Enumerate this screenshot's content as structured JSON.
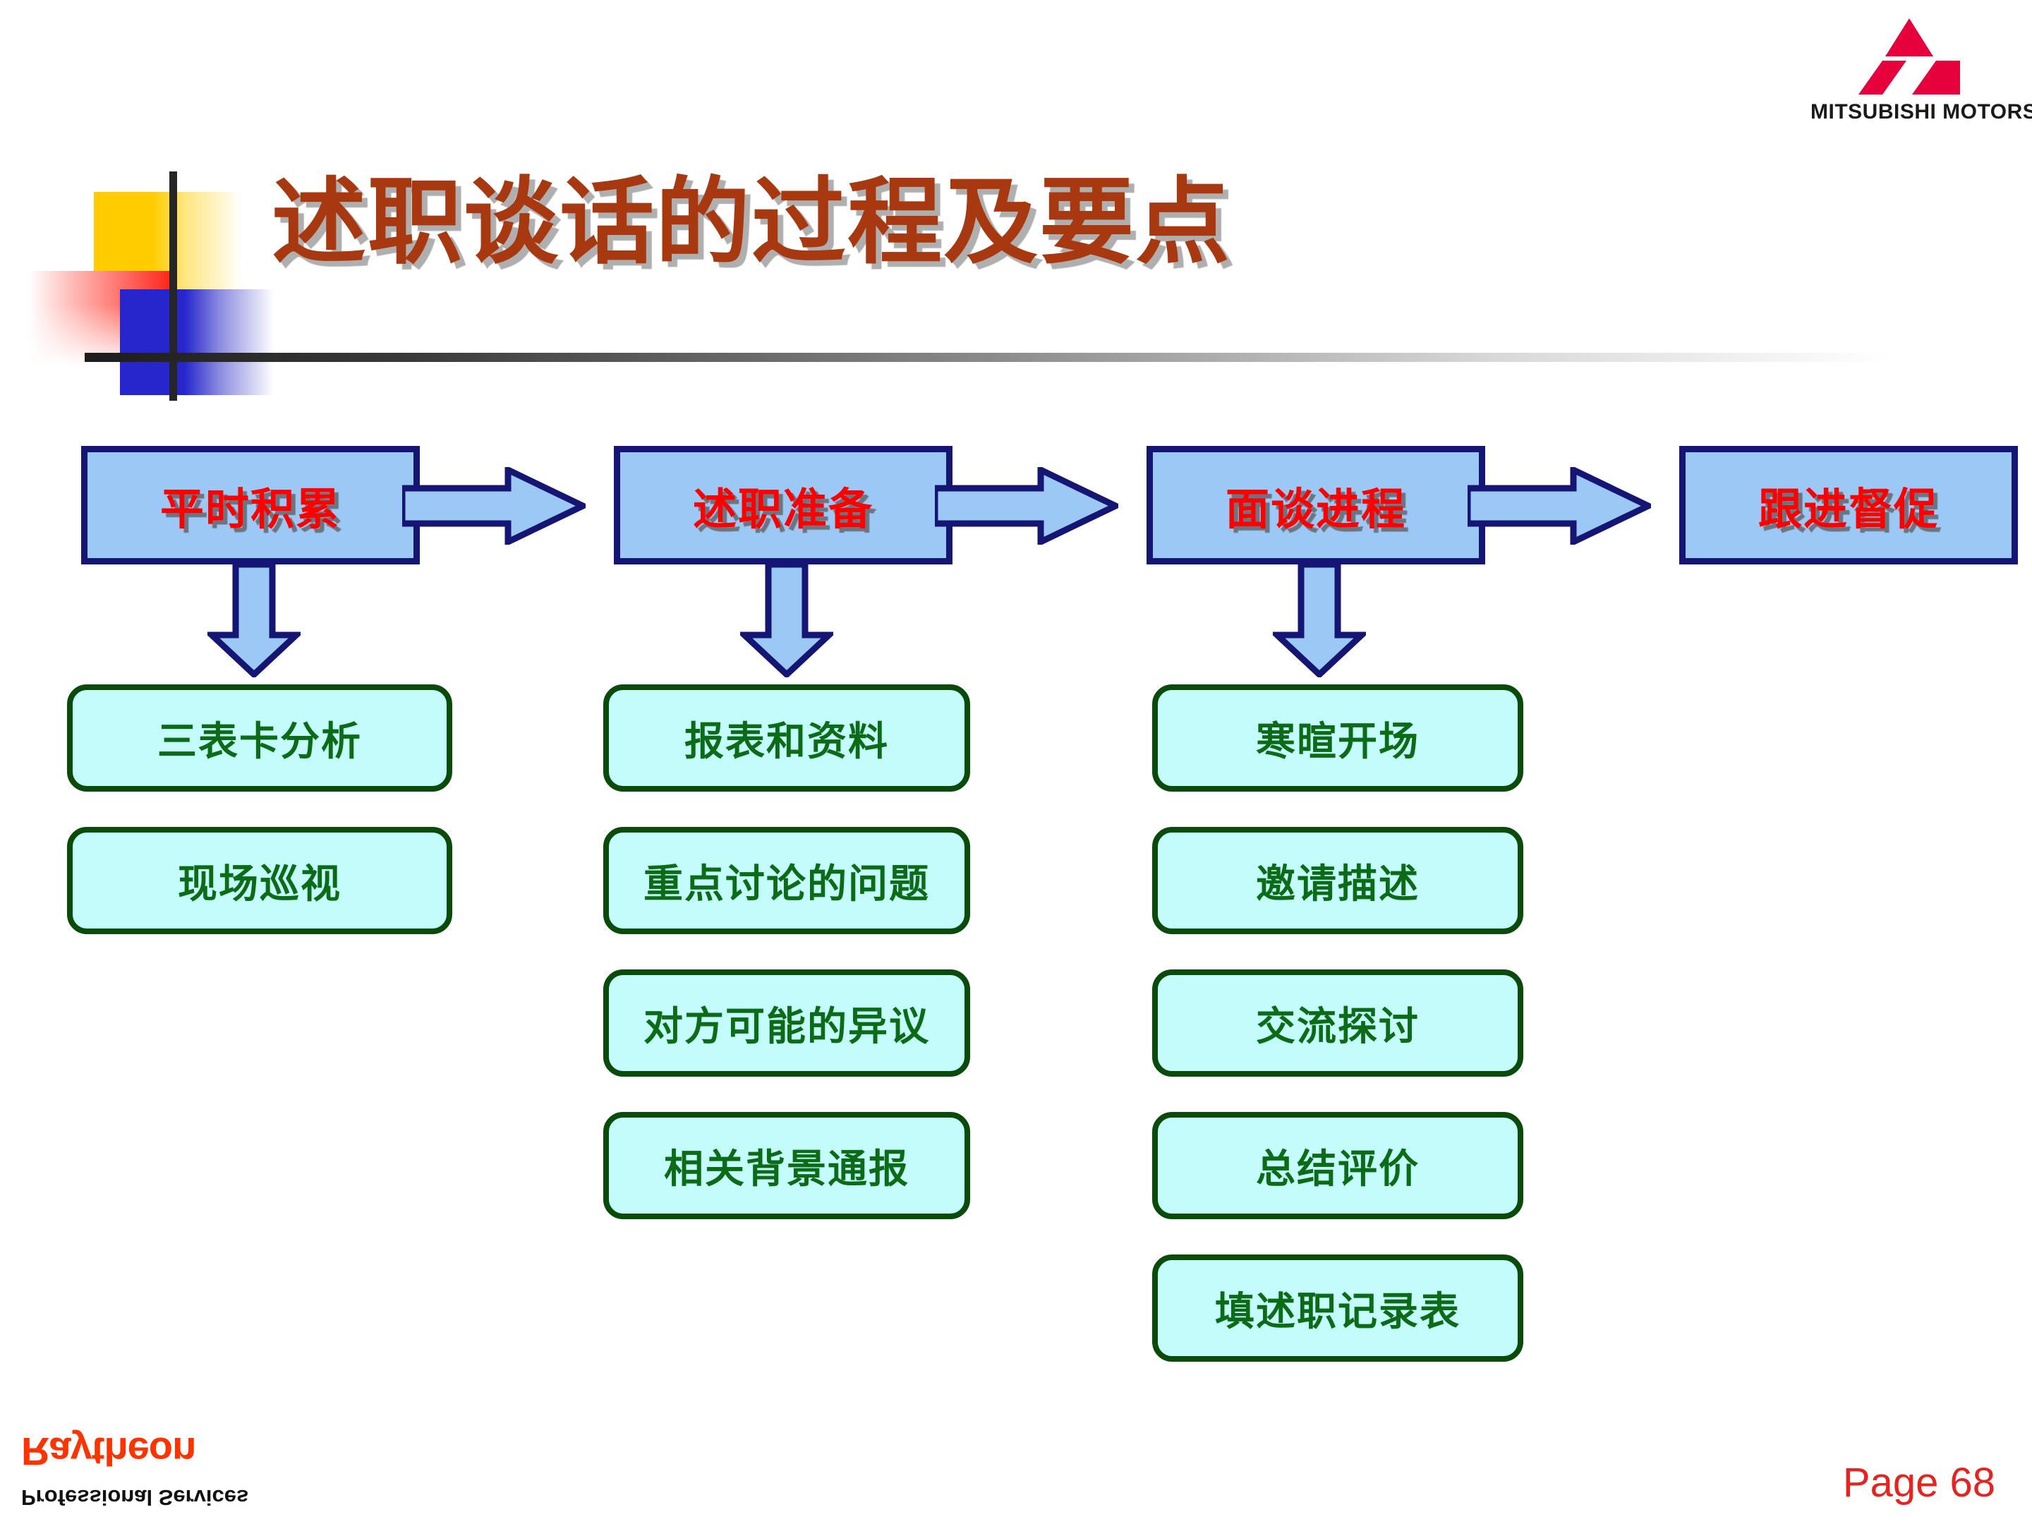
{
  "slide": {
    "title": "述职谈话的过程及要点",
    "title_color": "#A8380F",
    "background": "#ffffff"
  },
  "brand": {
    "logo_name": "mitsubishi-motors-logo",
    "wordmark": "MITSUBISHI MOTORS",
    "mark_color": "#E6003C"
  },
  "stages": {
    "box_fill": "#9CC8F5",
    "box_border": "#151573",
    "label_color": "#FF0000",
    "items": [
      {
        "label": "平时积累"
      },
      {
        "label": "述职准备"
      },
      {
        "label": "面谈进程"
      },
      {
        "label": "跟进督促"
      }
    ]
  },
  "details": {
    "box_fill": "#C4FCFC",
    "box_border": "#0A4A0A",
    "label_color": "#0B6B16",
    "columns": [
      {
        "parent": "平时积累",
        "items": [
          {
            "label": "三表卡分析"
          },
          {
            "label": "现场巡视"
          }
        ]
      },
      {
        "parent": "述职准备",
        "items": [
          {
            "label": "报表和资料"
          },
          {
            "label": "重点讨论的问题"
          },
          {
            "label": "对方可能的异议"
          },
          {
            "label": "相关背景通报"
          }
        ]
      },
      {
        "parent": "面谈进程",
        "items": [
          {
            "label": "寒暄开场"
          },
          {
            "label": "邀请描述"
          },
          {
            "label": "交流探讨"
          },
          {
            "label": "总结评价"
          },
          {
            "label": "填述职记录表"
          }
        ]
      }
    ]
  },
  "footer": {
    "tagline": "Professional Services",
    "brand": "Raytheon",
    "brand_color": "#FF3300",
    "page_label": "Page 68",
    "page_color": "#E8231F"
  },
  "decoration": {
    "yellow": "#FFCC00",
    "red": "#FF281E",
    "blue": "#2626CC",
    "rule": "#262626"
  }
}
